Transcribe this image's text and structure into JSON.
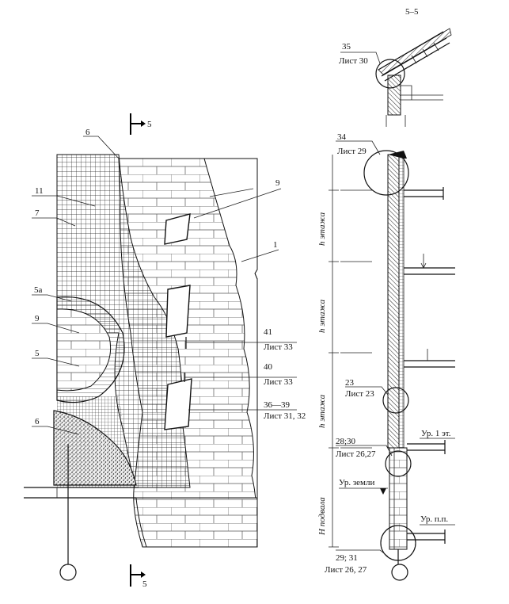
{
  "section_title": "5–5",
  "cut_mark_top": "5",
  "cut_mark_bottom": "5",
  "facade_labels": {
    "l6_top": "6",
    "l11": "11",
    "l7": "7",
    "l5a": "5а",
    "l9_left": "9",
    "l5": "5",
    "l6_bottom": "6",
    "l9_right": "9",
    "l1": "1"
  },
  "refs": {
    "r41": "41",
    "r41_sheet": "Лист 33",
    "r40": "40",
    "r40_sheet": "Лист 33",
    "r36": "36—39",
    "r36_sheet": "Лист 31, 32"
  },
  "section_labels": {
    "n35": "35",
    "n35_sheet": "Лист 30",
    "n34": "34",
    "n34_sheet": "Лист 29",
    "n23": "23",
    "n23_sheet": "Лист 23",
    "n28": "28;30",
    "n28_sheet": "Лист 26,27",
    "n29": "29; 31",
    "n29_sheet": "Лист 26, 27",
    "level_first_floor": "Ур. 1 эт.",
    "level_ground": "Ур. земли",
    "level_basement": "Ур. п.п.",
    "floor_h1": "h этажа",
    "floor_h2": "h этажа",
    "floor_h3": "h этажа",
    "basement_h": "H подвала"
  }
}
